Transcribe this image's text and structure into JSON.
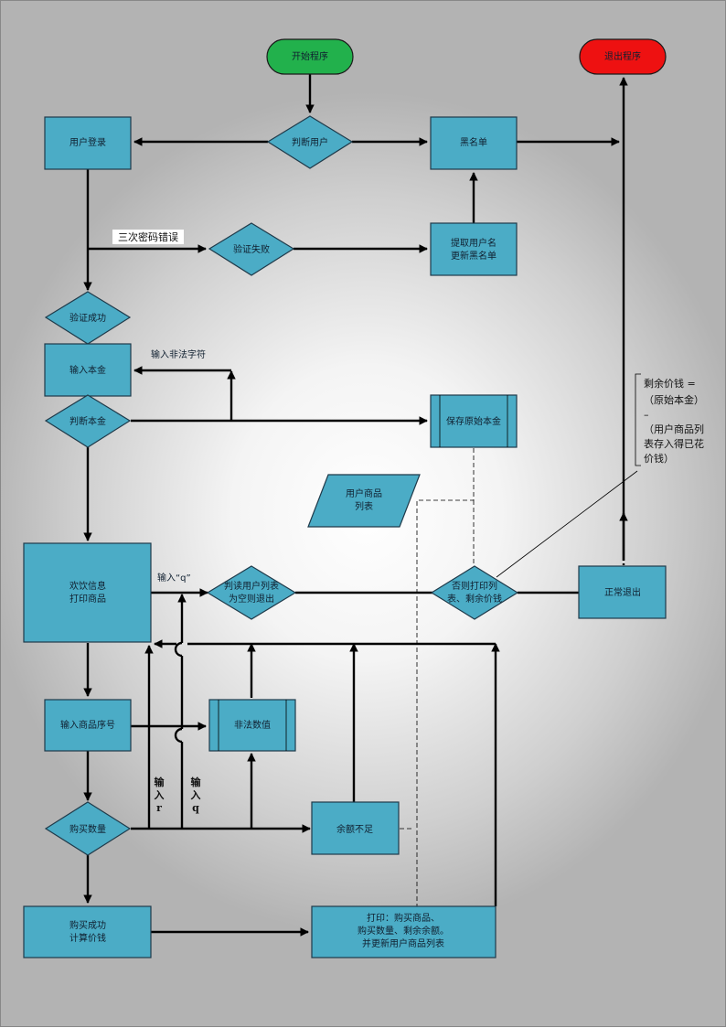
{
  "colors": {
    "box": "#4bacc6",
    "start": "#22b14c",
    "exit": "#ee1111"
  },
  "nodes": {
    "start": "开始程序",
    "exit": "退出程序",
    "login": "用户登录",
    "judge_user": "判断用户",
    "blacklist": "黑名单",
    "verify_fail": "验证失败",
    "update_blacklist": [
      "提取用户名",
      "更新黑名单"
    ],
    "verify_ok": "验证成功",
    "input_capital": "输入本金",
    "judge_capital": "判断本金",
    "save_capital": "保存原始本金",
    "product_list": [
      "用户商品",
      "列表"
    ],
    "welcome": [
      "欢饮信息",
      "打印商品"
    ],
    "judge_list_empty": [
      "判读用户列表",
      "为空则退出"
    ],
    "else_print": [
      "否则打印列",
      "表、剩余价钱"
    ],
    "normal_exit": "正常退出",
    "input_seq": "输入商品序号",
    "invalid_value": "非法数值",
    "buy_qty": "购买数量",
    "insufficient": "余额不足",
    "buy_success": [
      "购买成功",
      "计算价钱"
    ],
    "print_result": [
      "打印：购买商品、",
      "购买数量、剩余余额。",
      "并更新用户商品列表"
    ]
  },
  "labels": {
    "three_wrong": "三次密码错误",
    "illegal_char": "输入非法字符",
    "input_q_quote": "输入“q”",
    "input_r": [
      "输",
      "入",
      "r"
    ],
    "input_q": [
      "输",
      "入",
      "q"
    ],
    "remaining_note": [
      "剩余价钱 =",
      "（原始本金）",
      "–",
      "（用户商品列",
      "表存入得已花",
      "价钱）"
    ]
  }
}
